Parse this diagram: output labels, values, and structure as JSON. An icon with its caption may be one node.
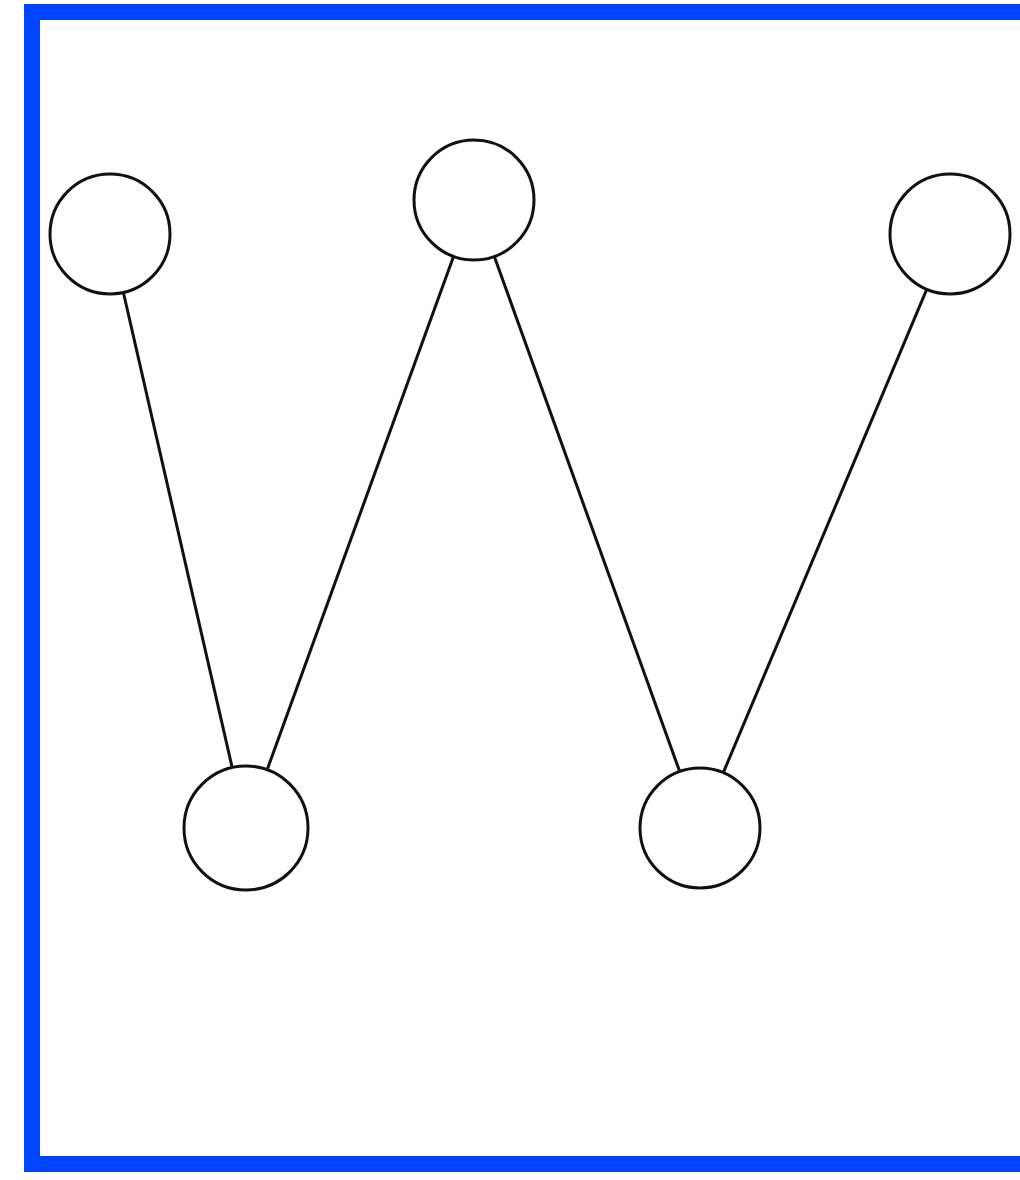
{
  "diagram": {
    "nodes": [
      {
        "text": [],
        "shape": "circle"
      },
      {
        "text": [],
        "shape": "circle"
      },
      {
        "text": [],
        "shape": "circle"
      },
      {
        "text": [],
        "shape": "circle"
      },
      {
        "text": [],
        "shape": "circle"
      }
    ],
    "edges": [
      {
        "from": 0,
        "to": 1,
        "arrow": "none"
      },
      {
        "from": 1,
        "to": 2,
        "arrow": "none"
      },
      {
        "from": 2,
        "to": 3,
        "arrow": "none"
      },
      {
        "from": 3,
        "to": 4,
        "arrow": "none"
      }
    ]
  }
}
